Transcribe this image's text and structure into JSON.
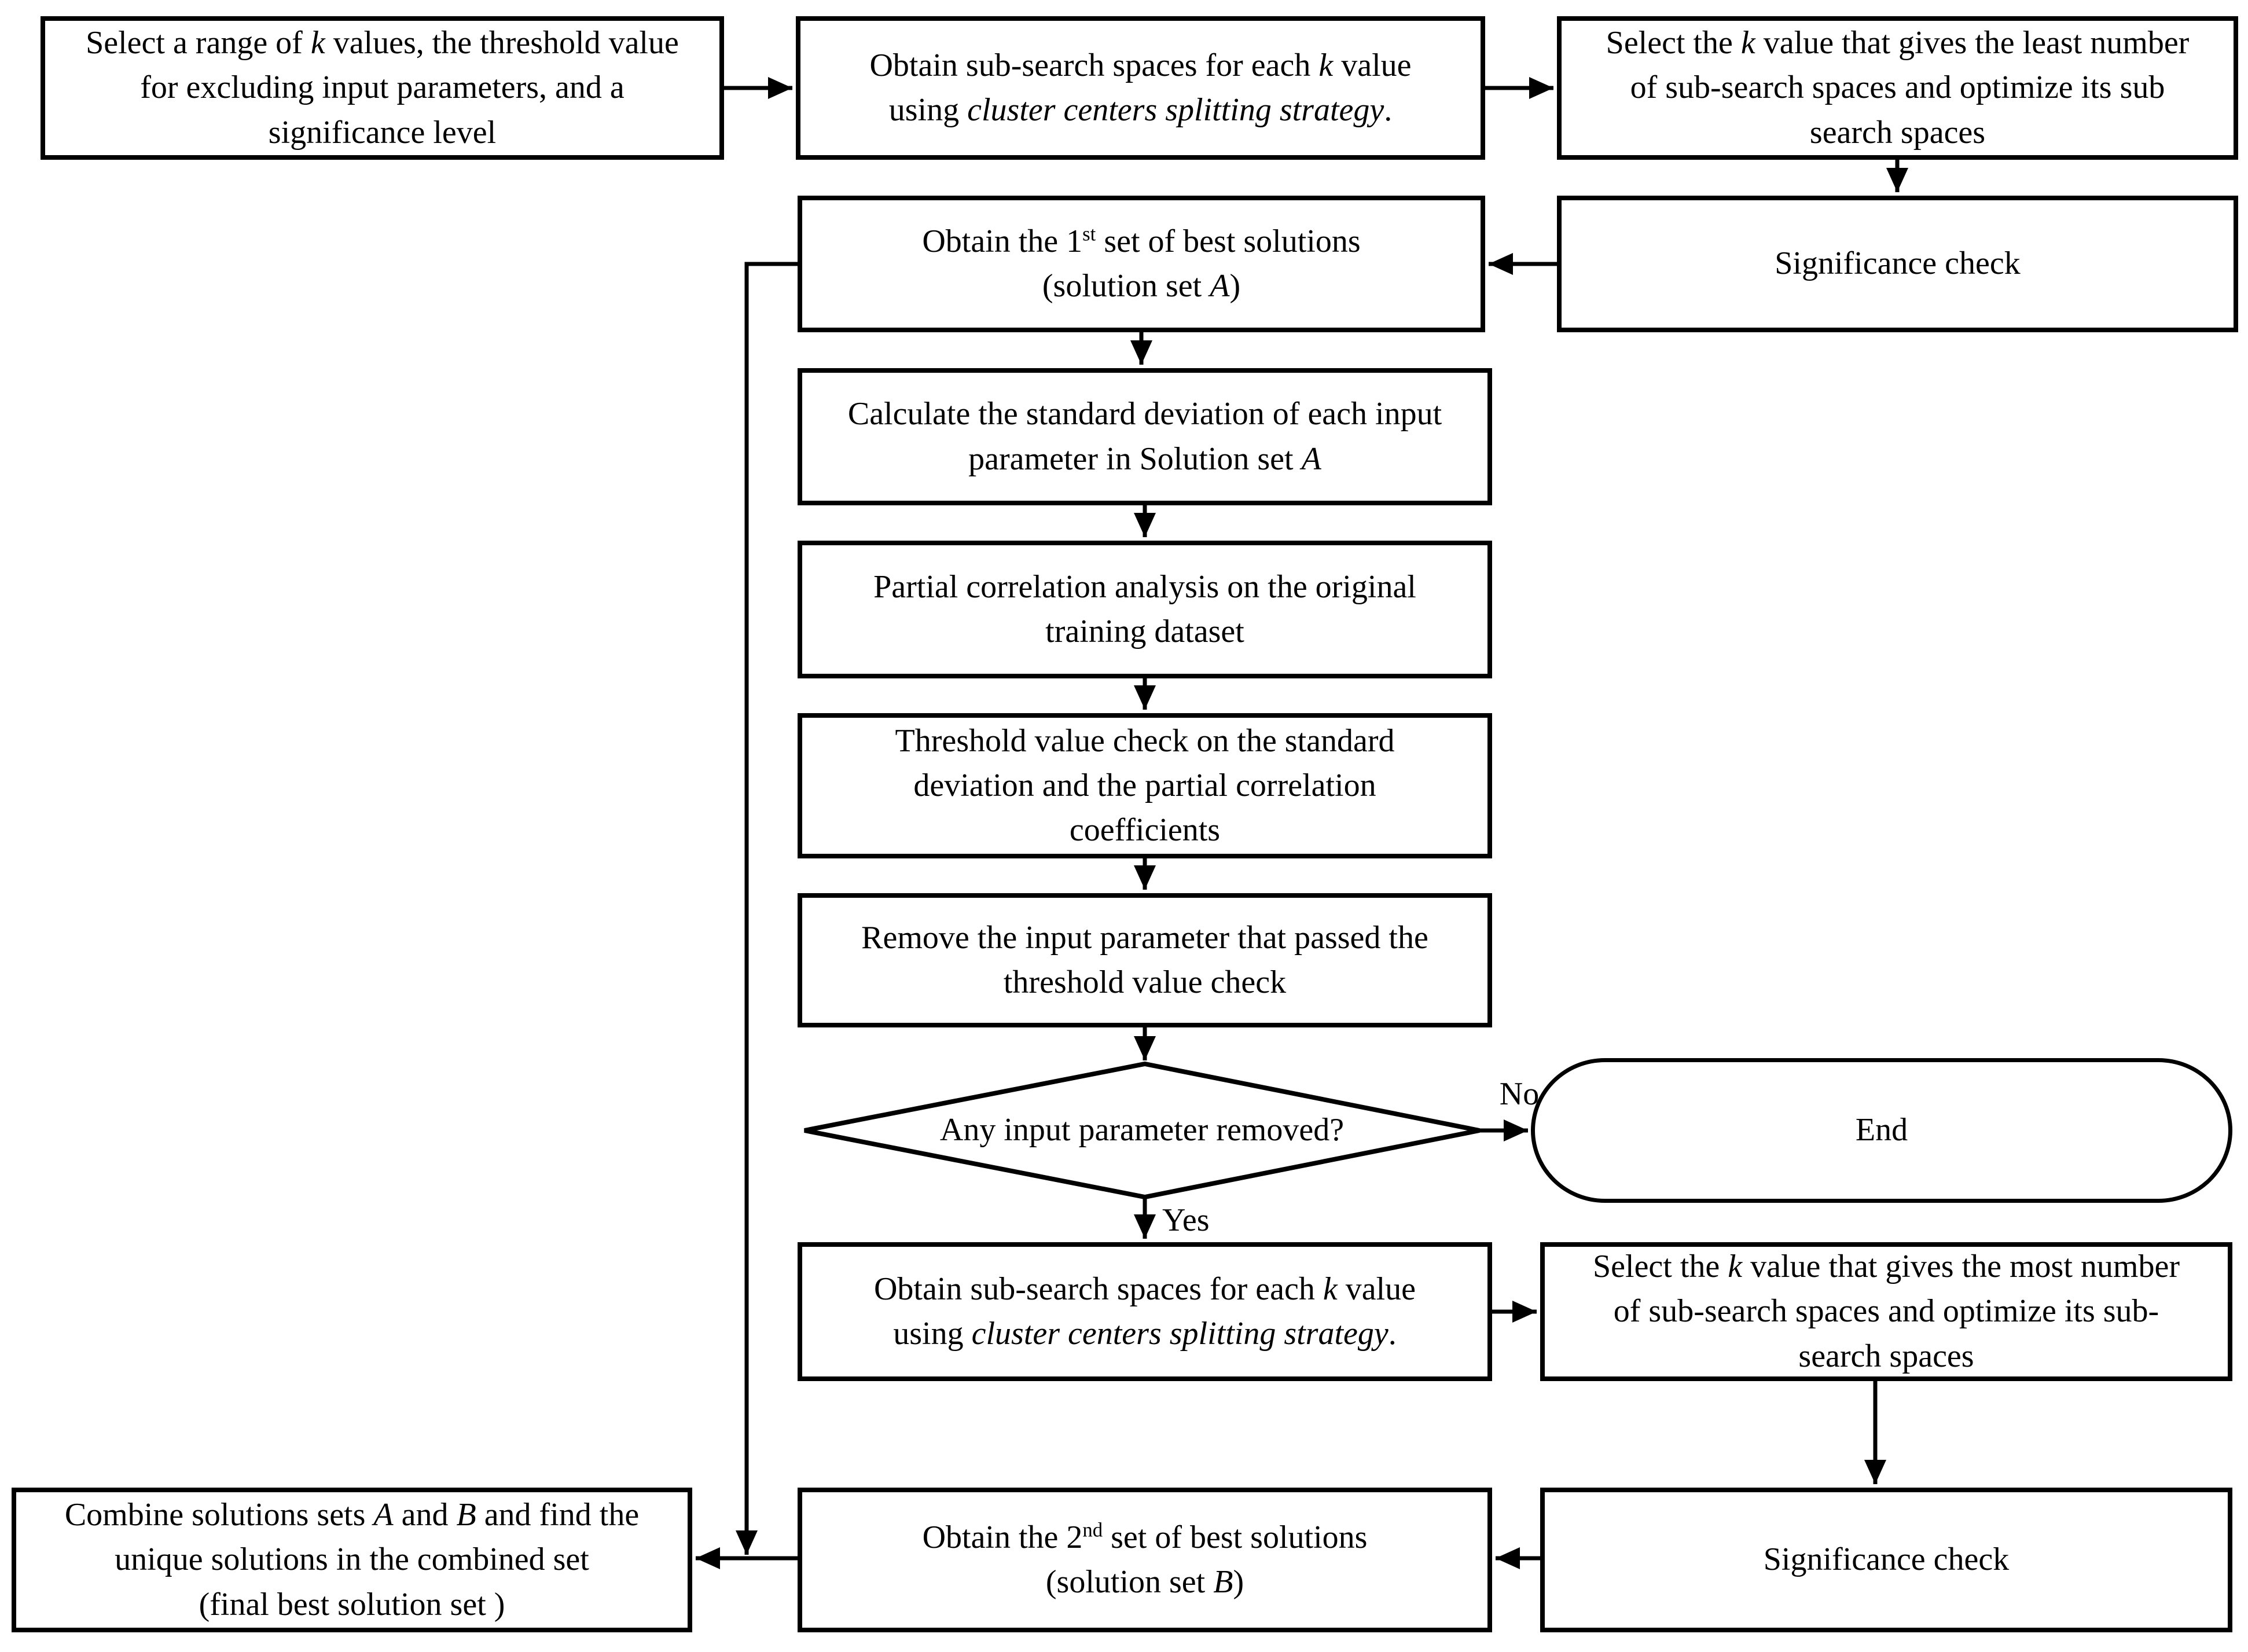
{
  "diagram": {
    "colors": {
      "stroke": "#000000",
      "background": "#ffffff"
    },
    "labels": {
      "no": "No",
      "yes": "Yes"
    },
    "nodes": {
      "select_range": {
        "type": "process",
        "segments": [
          {
            "t": "Select a range of "
          },
          {
            "t": "k",
            "i": true
          },
          {
            "t": " values, the threshold value"
          },
          {
            "br": true
          },
          {
            "t": "for excluding input parameters, and a"
          },
          {
            "br": true
          },
          {
            "t": "significance level"
          }
        ]
      },
      "obtain_subsearch_1": {
        "type": "process",
        "segments": [
          {
            "t": "Obtain sub-search spaces for each "
          },
          {
            "t": "k",
            "i": true
          },
          {
            "t": " value"
          },
          {
            "br": true
          },
          {
            "t": "using "
          },
          {
            "t": "cluster centers splitting strategy",
            "i": true
          },
          {
            "t": "."
          }
        ]
      },
      "select_k_least": {
        "type": "process",
        "segments": [
          {
            "t": "Select the "
          },
          {
            "t": "k",
            "i": true
          },
          {
            "t": " value that gives the least number"
          },
          {
            "br": true
          },
          {
            "t": "of sub-search spaces and optimize its sub"
          },
          {
            "br": true
          },
          {
            "t": "search spaces"
          }
        ]
      },
      "significance_check_1": {
        "type": "process",
        "segments": [
          {
            "t": "Significance check"
          }
        ]
      },
      "obtain_first_set": {
        "type": "process",
        "segments": [
          {
            "t": "Obtain the 1"
          },
          {
            "t": "st",
            "sup": true
          },
          {
            "t": " set of best solutions"
          },
          {
            "br": true
          },
          {
            "t": "(solution set "
          },
          {
            "t": "A",
            "i": true
          },
          {
            "t": ")"
          }
        ]
      },
      "calc_std_dev": {
        "type": "process",
        "segments": [
          {
            "t": "Calculate the standard deviation of each input"
          },
          {
            "br": true
          },
          {
            "t": "parameter in Solution set "
          },
          {
            "t": "A",
            "i": true
          }
        ]
      },
      "partial_correlation": {
        "type": "process",
        "segments": [
          {
            "t": "Partial correlation analysis on the original"
          },
          {
            "br": true
          },
          {
            "t": "training dataset"
          }
        ]
      },
      "threshold_check": {
        "type": "process",
        "segments": [
          {
            "t": "Threshold value check on the standard"
          },
          {
            "br": true
          },
          {
            "t": "deviation and the partial correlation"
          },
          {
            "br": true
          },
          {
            "t": "coefficients"
          }
        ]
      },
      "remove_param": {
        "type": "process",
        "segments": [
          {
            "t": "Remove the input parameter that passed the"
          },
          {
            "br": true
          },
          {
            "t": "threshold value check"
          }
        ]
      },
      "decision_removed": {
        "type": "decision",
        "segments": [
          {
            "t": "Any input parameter removed?"
          }
        ]
      },
      "end": {
        "type": "terminator",
        "segments": [
          {
            "t": "End"
          }
        ]
      },
      "obtain_subsearch_2": {
        "type": "process",
        "segments": [
          {
            "t": "Obtain sub-search spaces for each "
          },
          {
            "t": "k",
            "i": true
          },
          {
            "t": " value"
          },
          {
            "br": true
          },
          {
            "t": "using "
          },
          {
            "t": "cluster centers splitting strategy",
            "i": true
          },
          {
            "t": "."
          }
        ]
      },
      "select_k_most": {
        "type": "process",
        "segments": [
          {
            "t": "Select the "
          },
          {
            "t": "k",
            "i": true
          },
          {
            "t": " value that gives the most number"
          },
          {
            "br": true
          },
          {
            "t": "of sub-search spaces and optimize its sub-"
          },
          {
            "br": true
          },
          {
            "t": "search spaces"
          }
        ]
      },
      "significance_check_2": {
        "type": "process",
        "segments": [
          {
            "t": "Significance check"
          }
        ]
      },
      "obtain_second_set": {
        "type": "process",
        "segments": [
          {
            "t": "Obtain the 2"
          },
          {
            "t": "nd",
            "sup": true
          },
          {
            "t": " set of best solutions"
          },
          {
            "br": true
          },
          {
            "t": "(solution set "
          },
          {
            "t": "B",
            "i": true
          },
          {
            "t": ")"
          }
        ]
      },
      "combine_sets": {
        "type": "process",
        "segments": [
          {
            "t": "Combine solutions sets "
          },
          {
            "t": "A",
            "i": true
          },
          {
            "t": " and "
          },
          {
            "t": "B",
            "i": true
          },
          {
            "t": " and find the"
          },
          {
            "br": true
          },
          {
            "t": "unique solutions in the combined set"
          },
          {
            "br": true
          },
          {
            "t": "(final best solution set )"
          }
        ]
      }
    }
  }
}
